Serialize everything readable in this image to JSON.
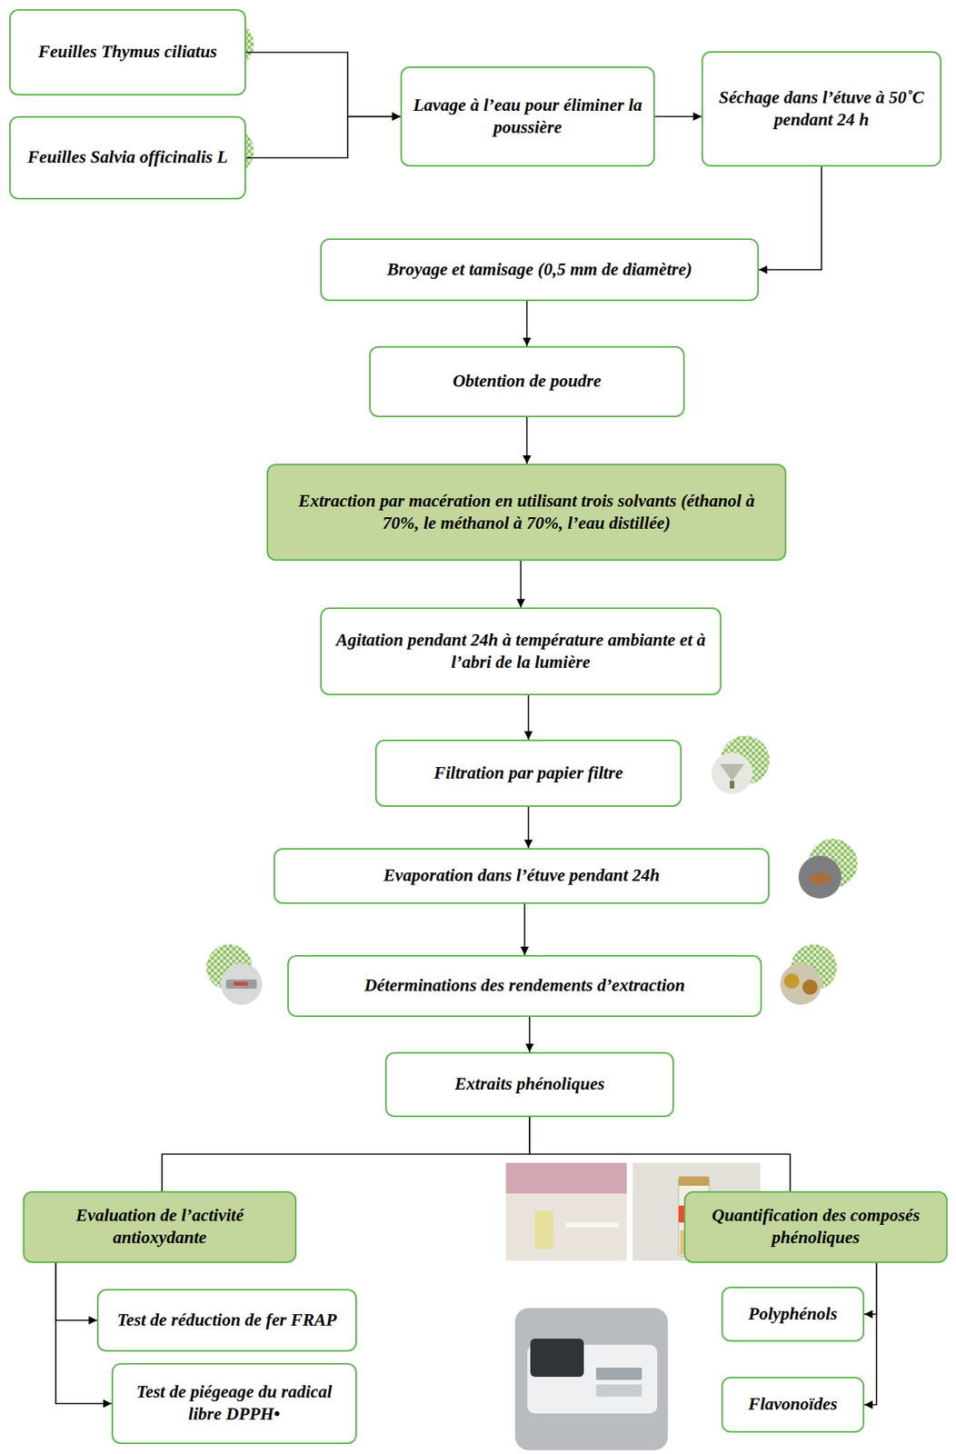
{
  "diagram": {
    "nodes": [
      {
        "text": [
          "Feuilles Thymus ciliatus"
        ]
      },
      {
        "text": [
          "Feuilles Salvia officinalis L"
        ]
      },
      {
        "text": [
          "Lavage à l’eau pour éliminer la poussière"
        ]
      },
      {
        "text": [
          "Séchage dans l’étuve à 50˚C pendant 24 h"
        ]
      },
      {
        "text": [
          "Broyage et tamisage (0,5 mm de diamètre)"
        ]
      },
      {
        "text": [
          "Obtention de poudre"
        ]
      },
      {
        "text": [
          "Extraction par macération en utilisant trois solvants (éthanol à 70%, le méthanol à 70%, l’eau distillée)"
        ]
      },
      {
        "text": [
          "Agitation pendant 24h à température ambiante et à l’abri de la lumière"
        ]
      },
      {
        "text": [
          "Filtration par papier filtre"
        ]
      },
      {
        "text": [
          "Evaporation dans l’étuve pendant 24h"
        ]
      },
      {
        "text": [
          "Déterminations des rendements d’extraction"
        ]
      },
      {
        "text": [
          "Extraits phénoliques"
        ]
      },
      {
        "text": [
          "Evaluation de l’activité antioxydante"
        ]
      },
      {
        "text": [
          "Test de réduction de fer FRAP"
        ]
      },
      {
        "text": [
          "Test de piégeage du radical libre DPPH•"
        ]
      },
      {
        "text": [
          "Quantification des composés phénoliques"
        ]
      },
      {
        "text": [
          "Polyphénols"
        ]
      },
      {
        "text": [
          "Flavonoïdes"
        ]
      }
    ],
    "edges": [
      {
        "from": 0,
        "to": 2,
        "arrow": "to"
      },
      {
        "from": 1,
        "to": 2,
        "arrow": "to"
      },
      {
        "from": 2,
        "to": 3,
        "arrow": "to"
      },
      {
        "from": 3,
        "to": 4,
        "arrow": "to"
      },
      {
        "from": 4,
        "to": 5,
        "arrow": "to"
      },
      {
        "from": 5,
        "to": 6,
        "arrow": "to"
      },
      {
        "from": 6,
        "to": 7,
        "arrow": "to"
      },
      {
        "from": 7,
        "to": 8,
        "arrow": "to"
      },
      {
        "from": 8,
        "to": 9,
        "arrow": "to"
      },
      {
        "from": 9,
        "to": 10,
        "arrow": "to"
      },
      {
        "from": 10,
        "to": 11,
        "arrow": "to"
      },
      {
        "from": 11,
        "to": 12,
        "arrow": "none"
      },
      {
        "from": 11,
        "to": 15,
        "arrow": "none"
      },
      {
        "from": 12,
        "to": 13,
        "arrow": "to"
      },
      {
        "from": 12,
        "to": 14,
        "arrow": "to"
      },
      {
        "from": 15,
        "to": 16,
        "arrow": "to"
      },
      {
        "from": 15,
        "to": 17,
        "arrow": "to"
      }
    ]
  }
}
